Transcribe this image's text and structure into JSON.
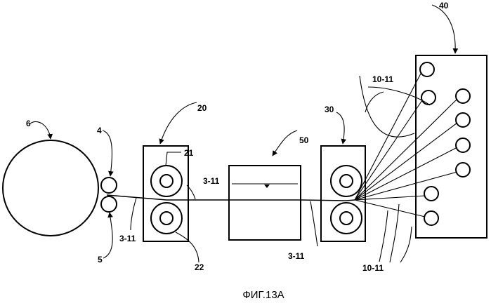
{
  "figure": {
    "caption": "ФИГ.13А",
    "labels": {
      "drum": "6",
      "upper_nip_roll": "4",
      "lower_nip_roll": "5",
      "first_roll_stand": "20",
      "upper_roll": "21",
      "lower_roll": "22",
      "bath": "50",
      "second_roll_stand": "30",
      "winder": "40",
      "strand_near_drum": "3-11",
      "strand_after_stand": "3-11",
      "strand_under_bath": "3-11",
      "split_strands_top": "10-11",
      "split_strands_bottom": "10-11"
    }
  }
}
